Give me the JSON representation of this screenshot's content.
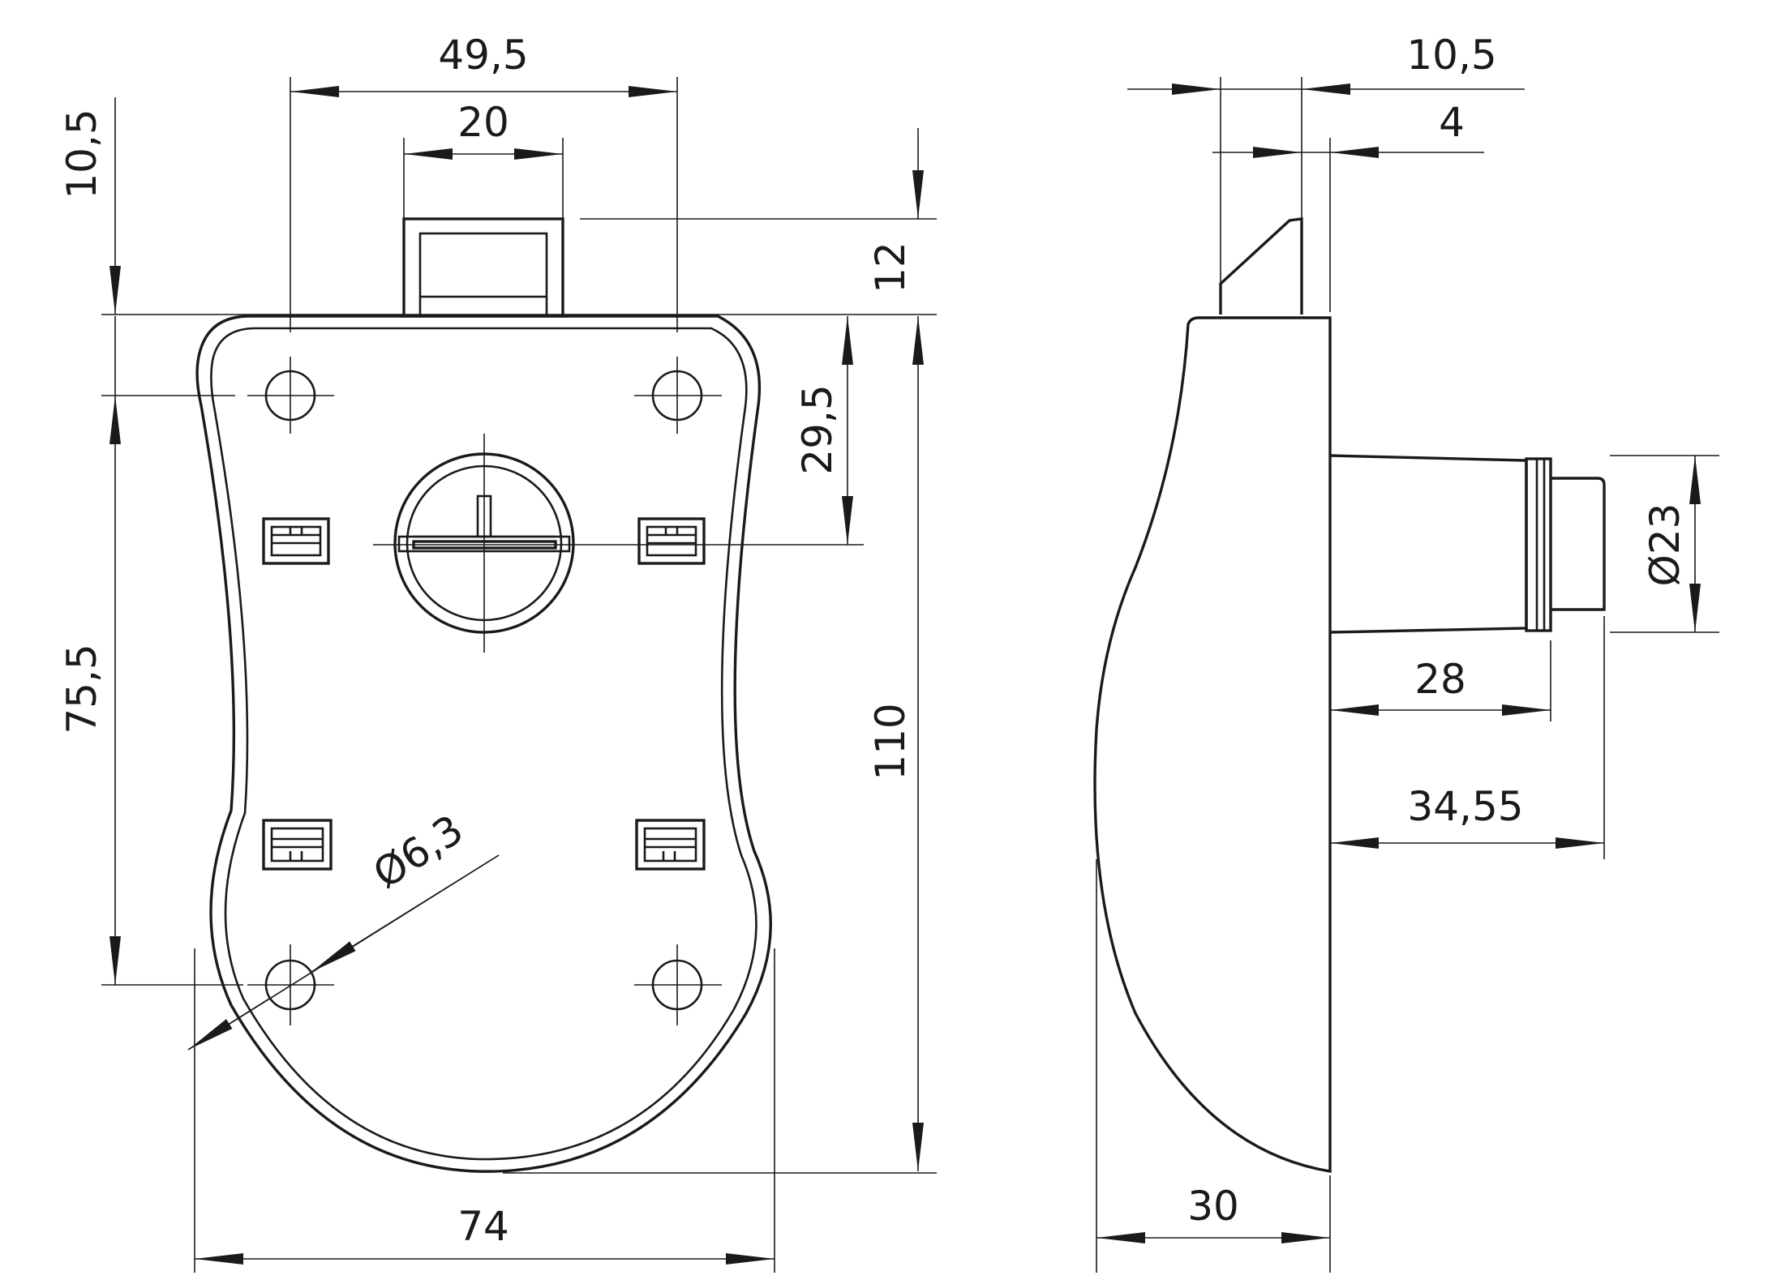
{
  "front_view": {
    "dims": {
      "overall_hole_spacing": "49,5",
      "tab_width": "20",
      "top_offset": "10,5",
      "tab_height": "12",
      "hole_to_lock_center": "29,5",
      "vertical_hole_spacing": "75,5",
      "overall_height": "110",
      "hole_diameter": "Ø6,3",
      "overall_width": "74"
    }
  },
  "side_view": {
    "dims": {
      "latch_offset": "10,5",
      "latch_thickness": "4",
      "cylinder_diameter": "Ø23",
      "cylinder_length": "28",
      "cylinder_total_length": "34,55",
      "body_depth": "30"
    }
  }
}
